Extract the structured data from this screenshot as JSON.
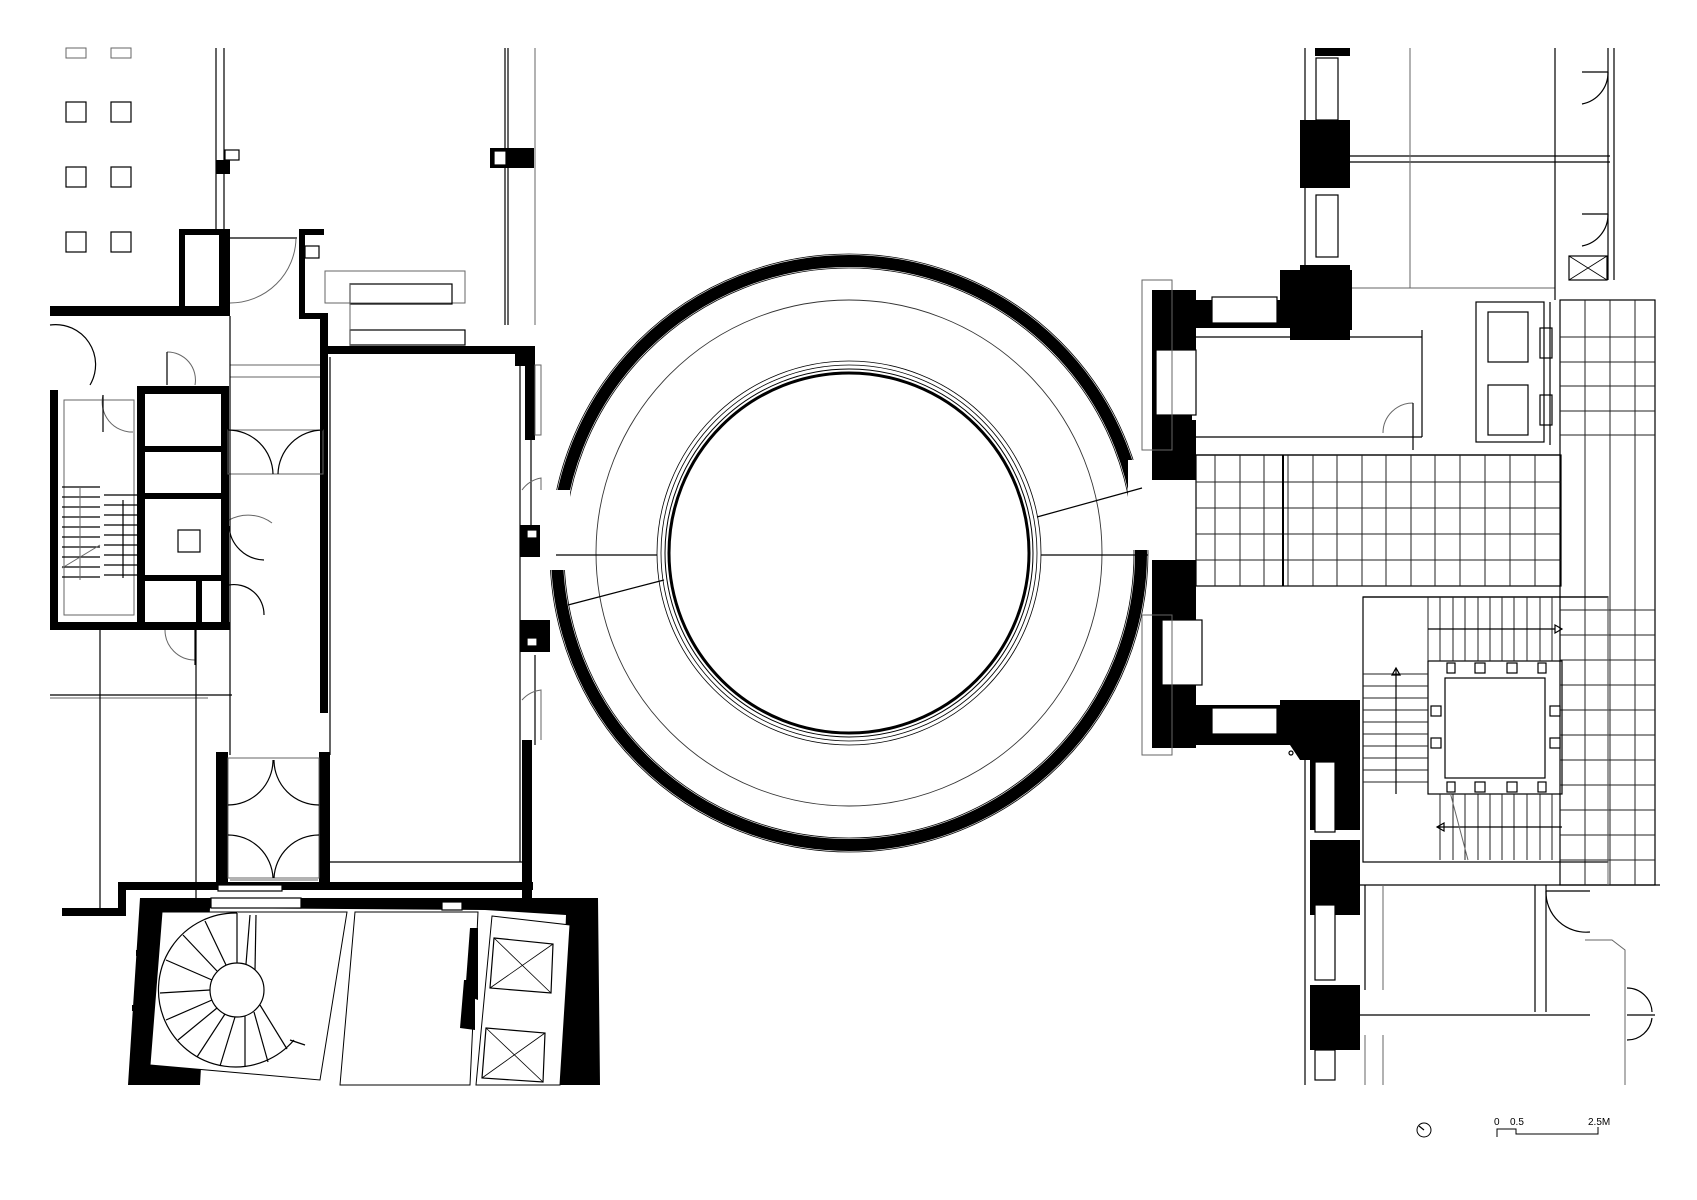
{
  "drawing": {
    "type": "architectural floor plan",
    "background": "#ffffff",
    "line_color": "#000000",
    "central_element": "circular rotunda with inner circular atrium",
    "north_arrow": {
      "icon": "north-arrow-icon"
    },
    "scale_bar": {
      "labels": [
        "0",
        "0.5",
        "2.5M"
      ],
      "units": "M"
    }
  },
  "rooms": {
    "rotunda": {
      "shape": "circle"
    },
    "left_stair": {
      "type": "straight stair"
    },
    "spiral_stair": {
      "type": "spiral stair"
    },
    "right_stair": {
      "type": "U-shaped stair around open well"
    },
    "elevators": {
      "count_left": 2,
      "count_right": 2
    },
    "tiled_hall": {
      "type": "tiled floor grid"
    }
  }
}
